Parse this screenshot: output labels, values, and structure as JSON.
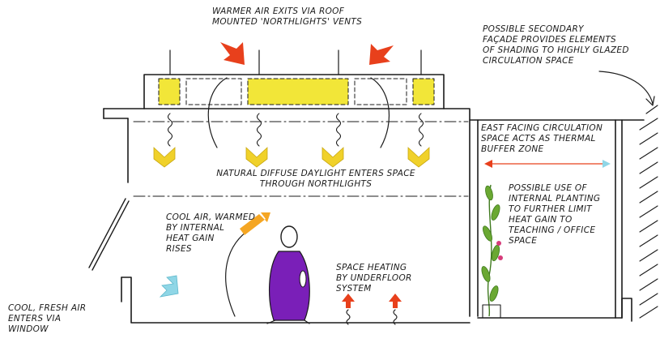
{
  "annotations": {
    "roof_exit": "WARMER AIR EXITS VIA ROOF\nMOUNTED 'NORTHLIGHTS' VENTS",
    "secondary_facade": "POSSIBLE SECONDARY\nFAÇADE PROVIDES ELEMENTS\nOF SHADING TO HIGHLY GLAZED\nCIRCULATION SPACE",
    "circulation_buffer": "EAST FACING CIRCULATION\nSPACE ACTS AS THERMAL\nBUFFER ZONE",
    "daylight": "NATURAL DIFFUSE DAYLIGHT ENTERS SPACE\nTHROUGH NORTHLIGHTS",
    "internal_planting": "POSSIBLE USE OF\nINTERNAL PLANTING\nTO FURTHER LIMIT\nHEAT GAIN TO\nTEACHING / OFFICE\nSPACE",
    "cool_air_rises": "COOL AIR, WARMED\nBY INTERNAL\nHEAT GAIN\nRISES",
    "underfloor_heating": "SPACE HEATING\nBY UNDERFLOOR\nSYSTEM",
    "fresh_air": "COOL, FRESH AIR\nENTERS VIA\nWINDOW"
  },
  "colors": {
    "warm_arrow": "#e8401c",
    "cool_arrow": "#8fd6e6",
    "daylight": "#f2e638",
    "daylight_arrow": "#f0d12a",
    "figure": "#7a1fb8",
    "planting": "#6aa832",
    "warm_air_arrow": "#f5a623"
  }
}
